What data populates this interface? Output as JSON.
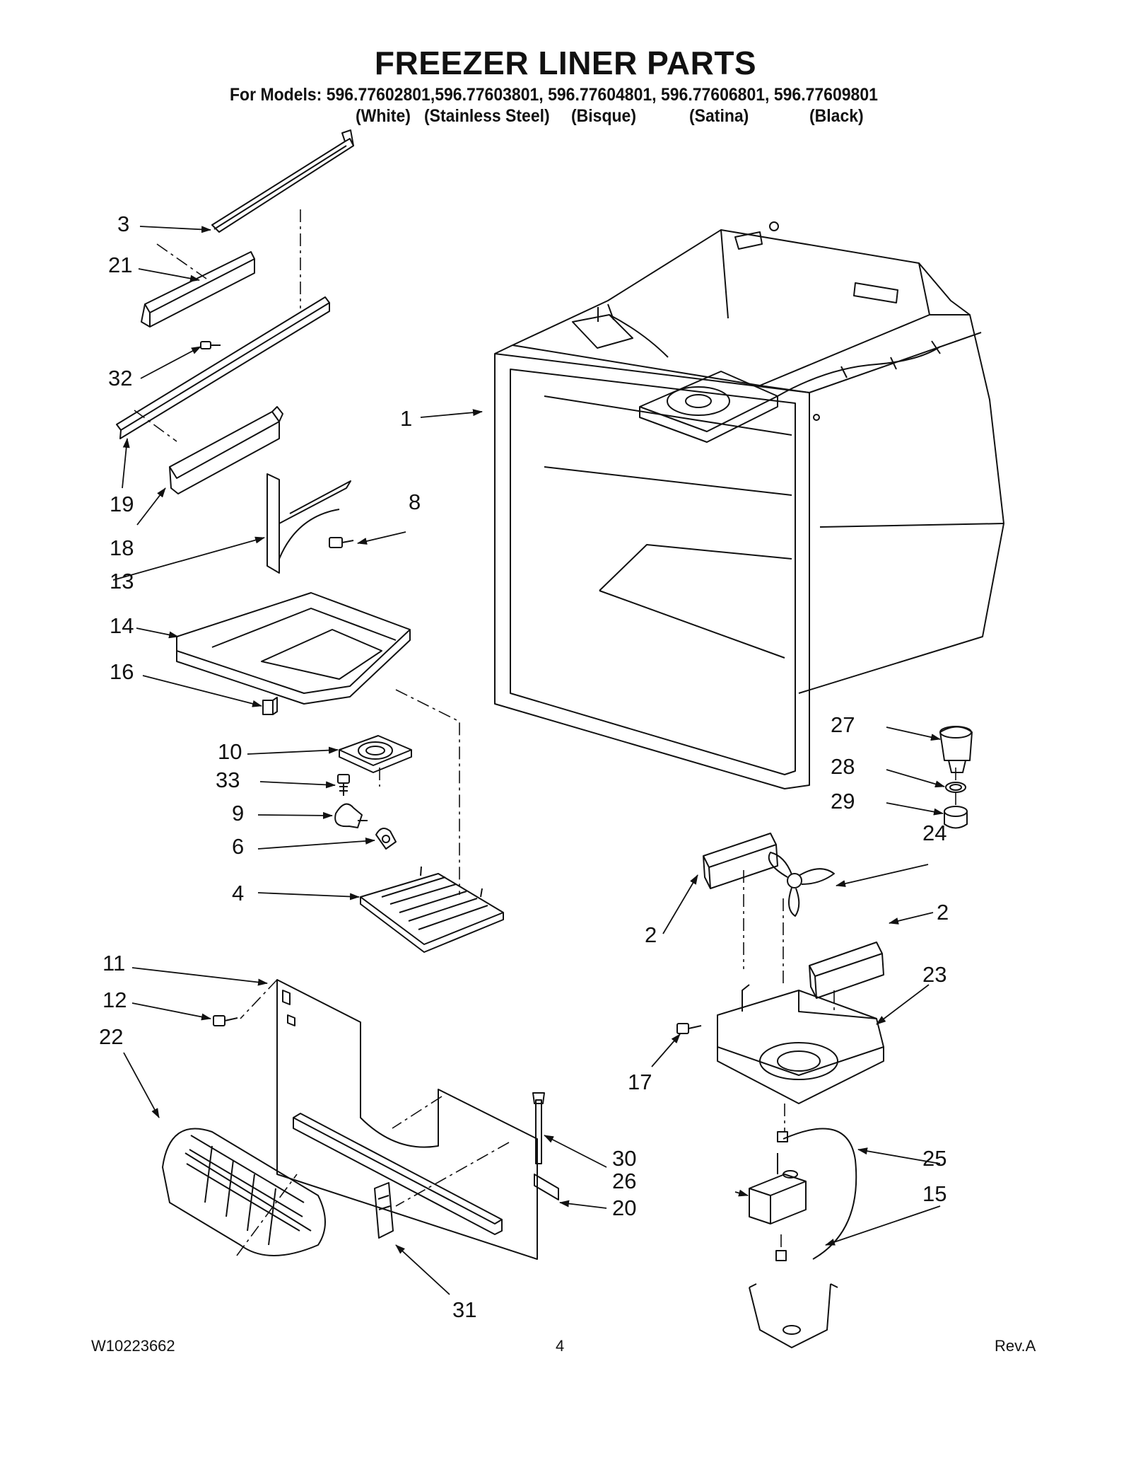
{
  "title": "FREEZER LINER PARTS",
  "models_line": "For Models: 596.77602801,596.77603801, 596.77604801, 596.77606801, 596.77609801",
  "colors": [
    "(White)",
    "(Stainless Steel)",
    "(Bisque)",
    "(Satina)",
    "(Black)"
  ],
  "callouts": [
    "1",
    "2",
    "2",
    "3",
    "4",
    "6",
    "8",
    "9",
    "10",
    "11",
    "12",
    "13",
    "14",
    "15",
    "16",
    "17",
    "18",
    "19",
    "20",
    "21",
    "22",
    "23",
    "24",
    "25",
    "26",
    "27",
    "28",
    "29",
    "30",
    "31",
    "32",
    "33"
  ],
  "footer": {
    "doc_number": "W10223662",
    "page_number": "4",
    "revision": "Rev.A"
  }
}
